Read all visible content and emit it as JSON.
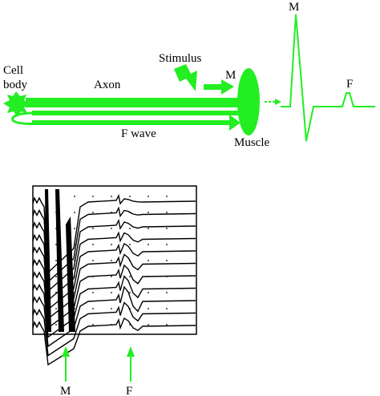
{
  "colors": {
    "green": "#22ee22",
    "black": "#000000",
    "frame": "#000000",
    "background": "#ffffff"
  },
  "schematic": {
    "cell_body_label_line1": "Cell",
    "cell_body_label_line2": "body",
    "axon_label": "Axon",
    "stimulus_label": "Stimulus",
    "m_label": "M",
    "f_wave_label": "F wave",
    "muscle_label": "Muscle"
  },
  "waveform": {
    "m_label": "M",
    "f_label": "F"
  },
  "recording": {
    "trace_count": 11,
    "m_arrow_label": "M",
    "f_arrow_label": "F"
  }
}
